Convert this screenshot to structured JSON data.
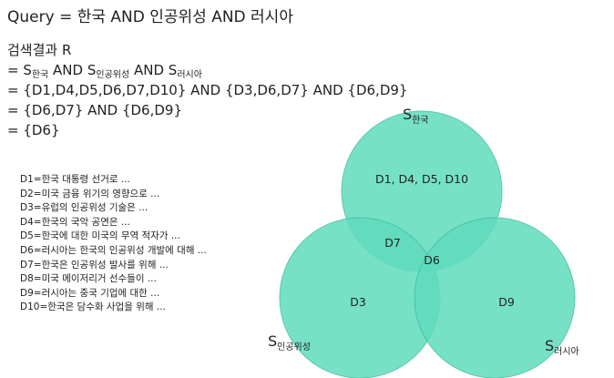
{
  "query": "Query = 한국 AND 인공위성 AND 러시아",
  "result": {
    "heading": "검색결과 R",
    "line1": {
      "prefix": "= ",
      "s": "S",
      "sub1": "한국",
      "and1": " AND ",
      "sub2": "인공위성",
      "and2": " AND ",
      "sub3": "러시아"
    },
    "line2": "= {D1,D4,D5,D6,D7,D10} AND {D3,D6,D7} AND {D6,D9}",
    "line3": "= {D6,D7} AND {D6,D9}",
    "line4": "= {D6}"
  },
  "documents": [
    "D1=한국 대통령 선거로 ...",
    "D2=미국 금융 위기의 영향으로 ...",
    "D3=유럽의 인공위성 기술은 ...",
    "D4=한국의 국악 공연은 ...",
    "D5=한국에 대한 미국의 무역 적자가 ...",
    "D6=러시아는 한국의 인공위성 개발에 대해 ...",
    "D7=한국은 인공위성 발사를 위해 ...",
    "D8=미국 메이저리거 선수들이 ...",
    "D9=러시아는 중국 기업에 대한 ...",
    "D10=한국은 담수화 사업을 위해 ..."
  ],
  "venn": {
    "sets": [
      {
        "symbol": "S",
        "name": "한국"
      },
      {
        "symbol": "S",
        "name": "인공위성"
      },
      {
        "symbol": "S",
        "name": "러시아"
      }
    ],
    "regions": {
      "korea_only": "D1, D4, D5, D10",
      "korea_satellite": "D7",
      "all_three": "D6",
      "satellite_only": "D3",
      "russia_only": "D9"
    },
    "colors": {
      "fill": "#5fdcbc",
      "stroke": "#3fbf9d",
      "text": "#222222"
    }
  }
}
